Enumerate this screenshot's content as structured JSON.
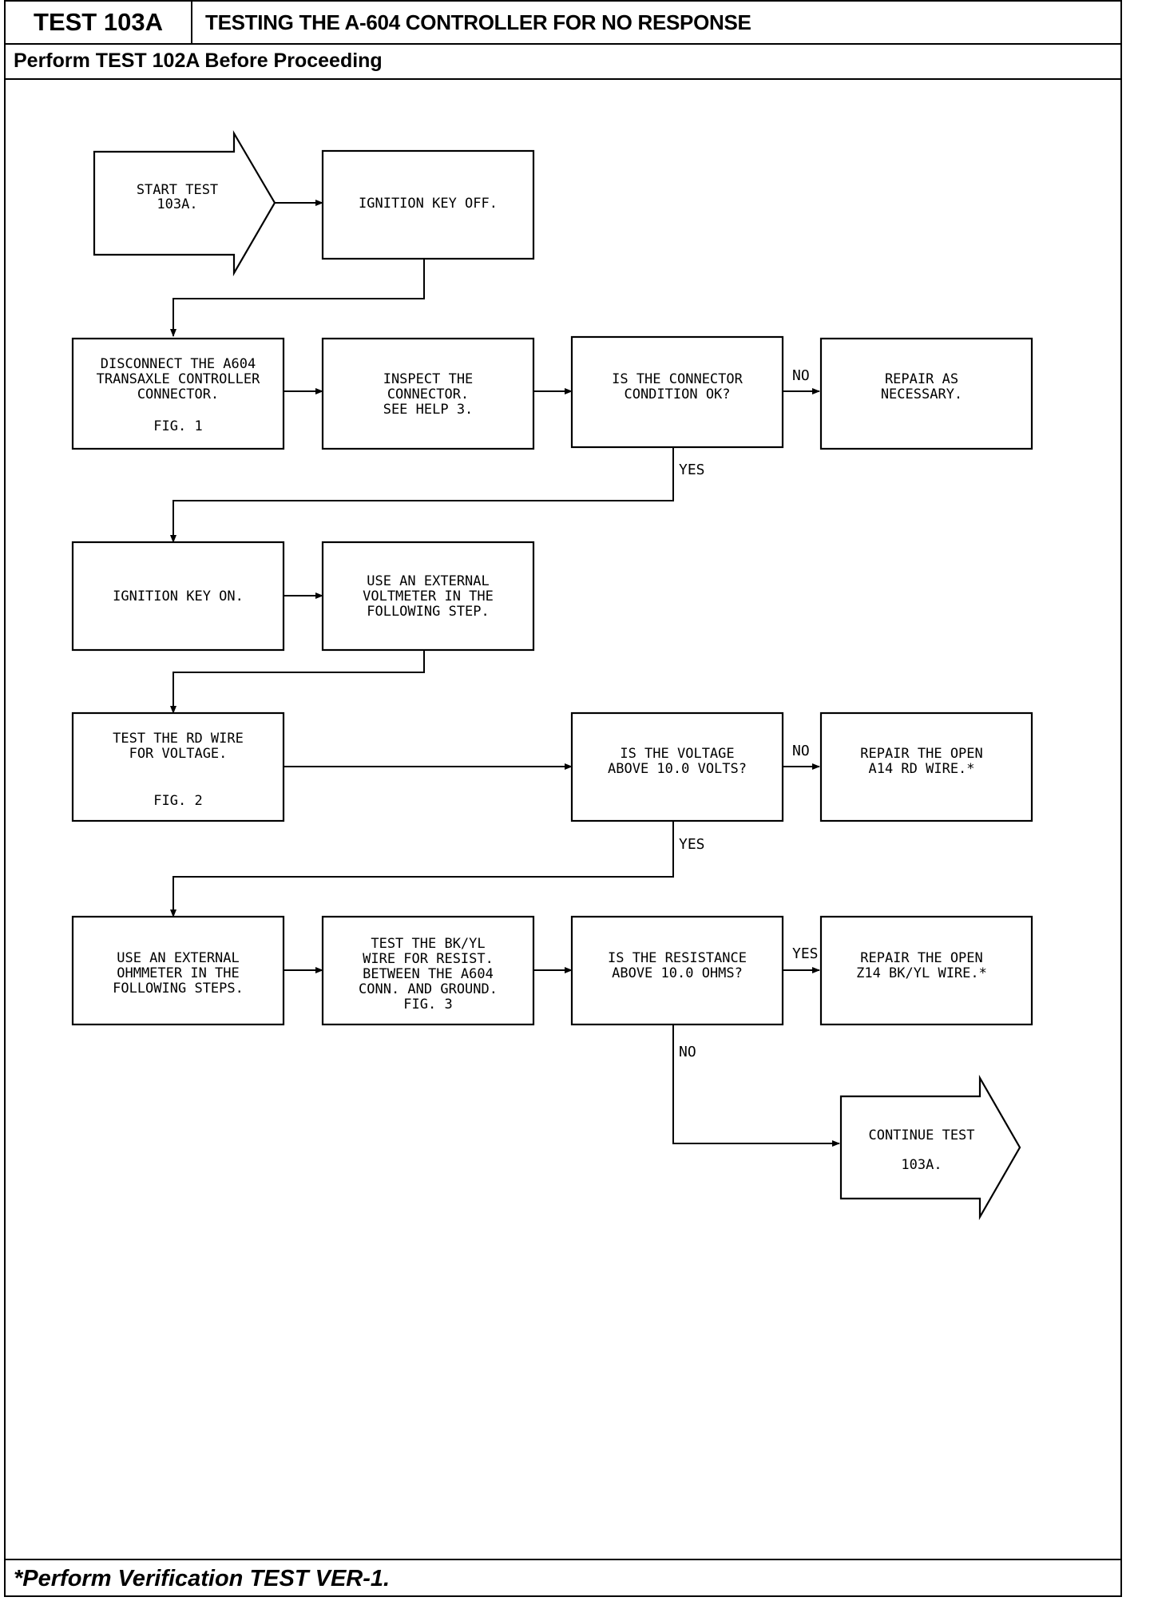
{
  "header": {
    "test_id": "TEST 103A",
    "title": "TESTING THE A-604 CONTROLLER FOR NO RESPONSE",
    "prerequisite": "Perform TEST 102A Before Proceeding"
  },
  "footer": {
    "note": "*Perform Verification TEST VER-1."
  },
  "flowchart": {
    "nodes": {
      "start": [
        "START TEST",
        "103A."
      ],
      "ign_off": [
        "IGNITION KEY OFF."
      ],
      "disconnect": [
        "DISCONNECT THE A604",
        "TRANSAXLE CONTROLLER",
        "CONNECTOR."
      ],
      "disconnect_fig": "FIG. 1",
      "inspect": [
        "INSPECT THE",
        "CONNECTOR.",
        "SEE HELP 3."
      ],
      "connector_ok": [
        "IS THE CONNECTOR",
        "CONDITION OK?"
      ],
      "repair_necessary": [
        "REPAIR AS",
        "NECESSARY."
      ],
      "ign_on": [
        "IGNITION KEY ON."
      ],
      "use_voltmeter": [
        "USE AN EXTERNAL",
        "VOLTMETER IN THE",
        "FOLLOWING STEP."
      ],
      "test_rd": [
        "TEST THE RD WIRE",
        "FOR VOLTAGE."
      ],
      "test_rd_fig": "FIG. 2",
      "voltage_q": [
        "IS THE VOLTAGE",
        "ABOVE 10.0 VOLTS?"
      ],
      "repair_a14": [
        "REPAIR THE OPEN",
        "A14 RD WIRE.*"
      ],
      "use_ohmmeter": [
        "USE AN EXTERNAL",
        "OHMMETER IN THE",
        "FOLLOWING STEPS."
      ],
      "test_bkyl": [
        "TEST THE BK/YL",
        "WIRE FOR RESIST.",
        "BETWEEN THE A604",
        "CONN. AND GROUND.",
        "FIG. 3"
      ],
      "resistance_q": [
        "IS THE RESISTANCE",
        "ABOVE 10.0 OHMS?"
      ],
      "repair_z14": [
        "REPAIR THE OPEN",
        "Z14 BK/YL WIRE.*"
      ],
      "continue": [
        "CONTINUE TEST",
        "103A."
      ]
    },
    "branch_labels": {
      "connector_no": "NO",
      "connector_yes": "YES",
      "voltage_no": "NO",
      "voltage_yes": "YES",
      "resistance_yes": "YES",
      "resistance_no": "NO"
    }
  }
}
